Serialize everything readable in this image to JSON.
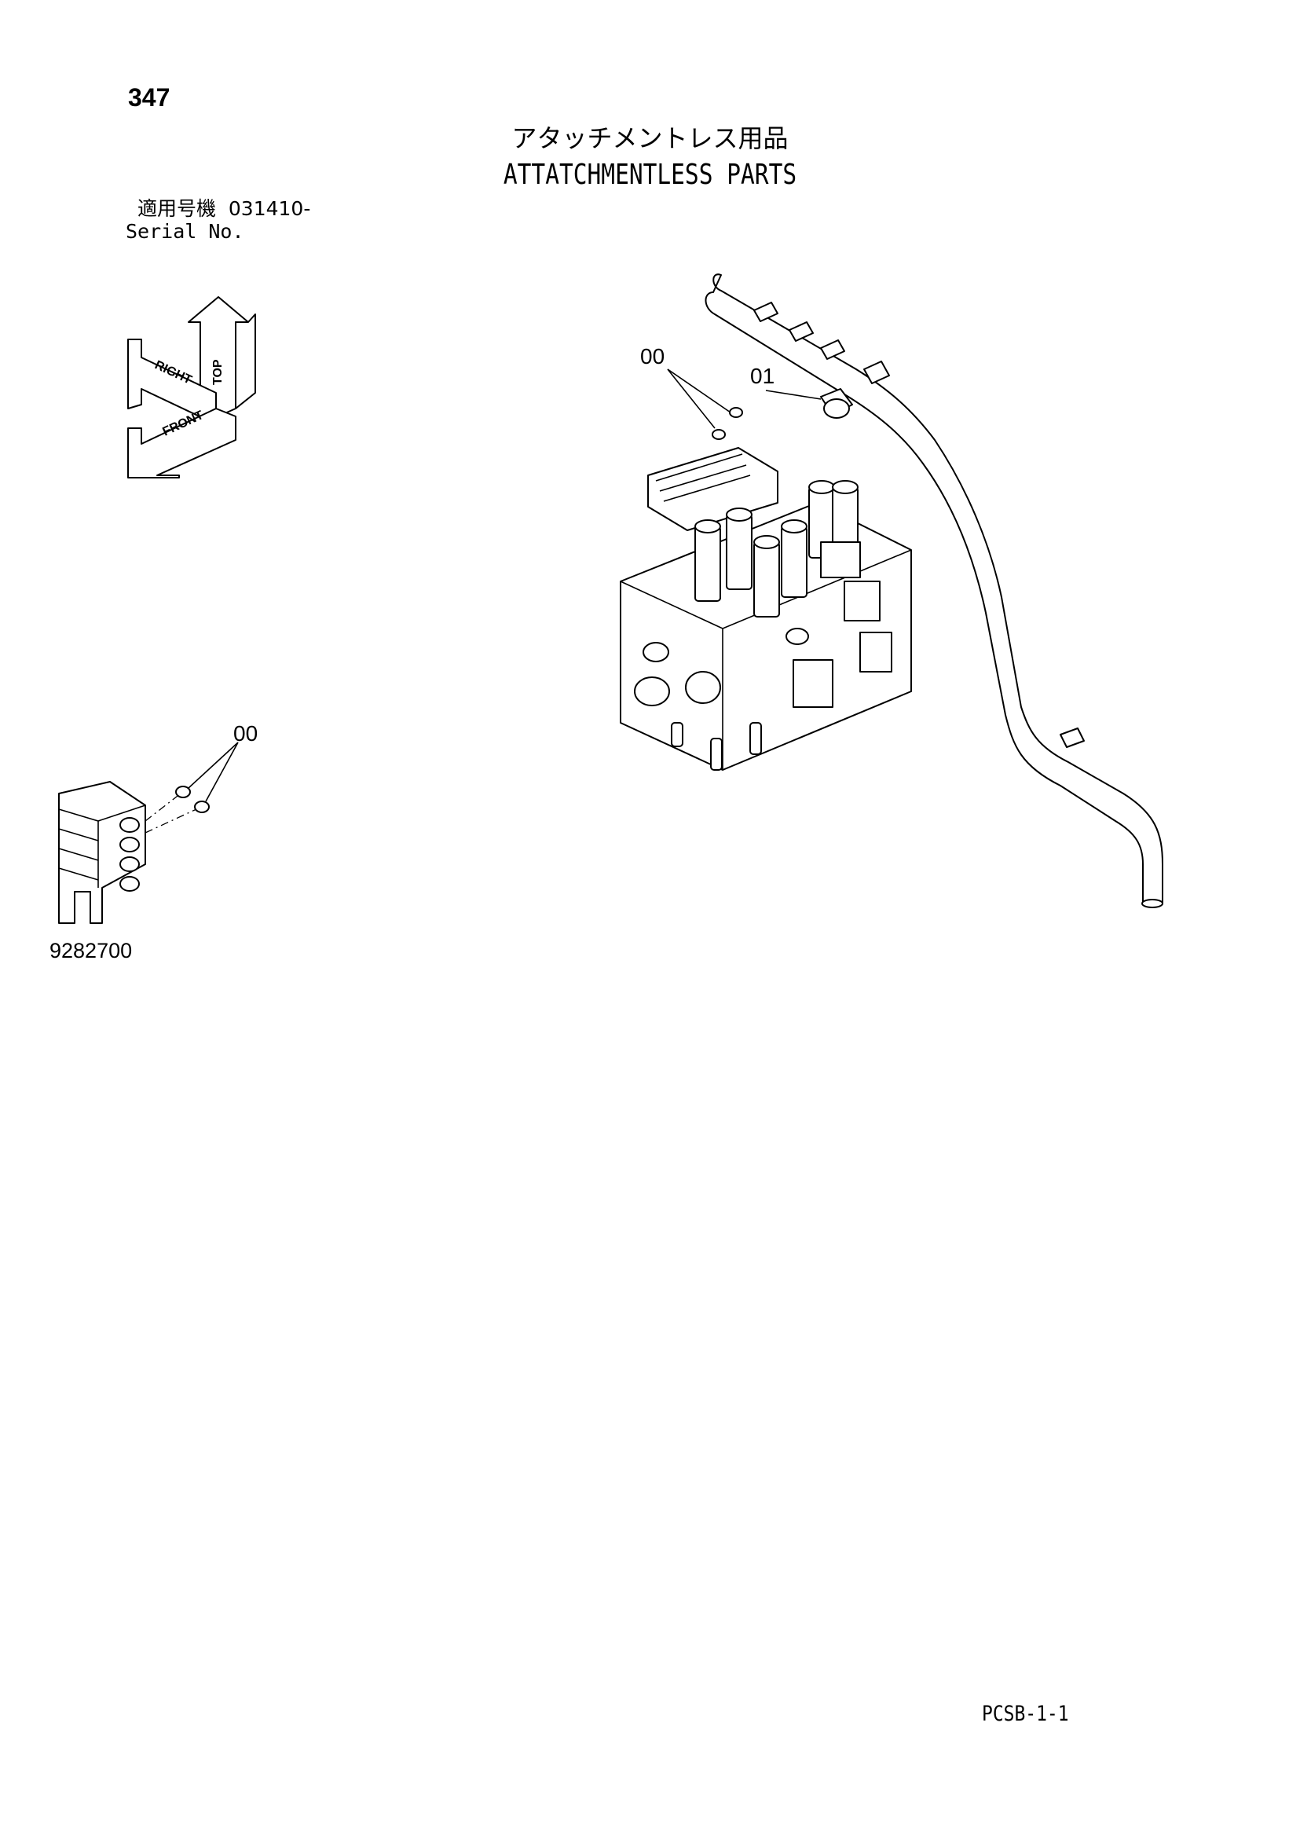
{
  "header": {
    "page_number": "347",
    "title_jp": "アタッチメントレス用品",
    "title_en": "ATTATCHMENTLESS PARTS",
    "serial_label_jp": "適用号機  031410-",
    "serial_label_en": "Serial No."
  },
  "orientation_indicator": {
    "labels": [
      "TOP",
      "RIGHT",
      "FRONT"
    ]
  },
  "callouts": {
    "main_00": "00",
    "main_01": "01",
    "small_00": "00"
  },
  "footer": {
    "figure_number": "9282700",
    "page_code": "PCSB-1-1"
  }
}
